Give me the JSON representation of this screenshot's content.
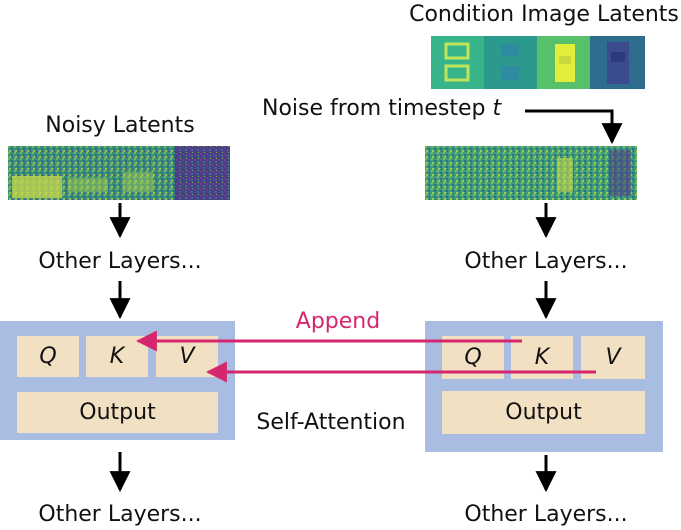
{
  "labels": {
    "condition_title": "Condition Image Latents",
    "noise_from": "Noise from timestep",
    "noise_var": "t",
    "noisy_title": "Noisy Latents",
    "other_layers": "Other Layers...",
    "append": "Append",
    "self_attention": "Self-Attention"
  },
  "attention": {
    "q": "Q",
    "k": "K",
    "v": "V",
    "output": "Output"
  },
  "colors": {
    "panel": "#a9bde2",
    "box": "#f1e1c2",
    "append_arrow": "#d6266e",
    "arrow": "#000000"
  },
  "icons": {
    "latent_image": "latent-image-icon"
  }
}
